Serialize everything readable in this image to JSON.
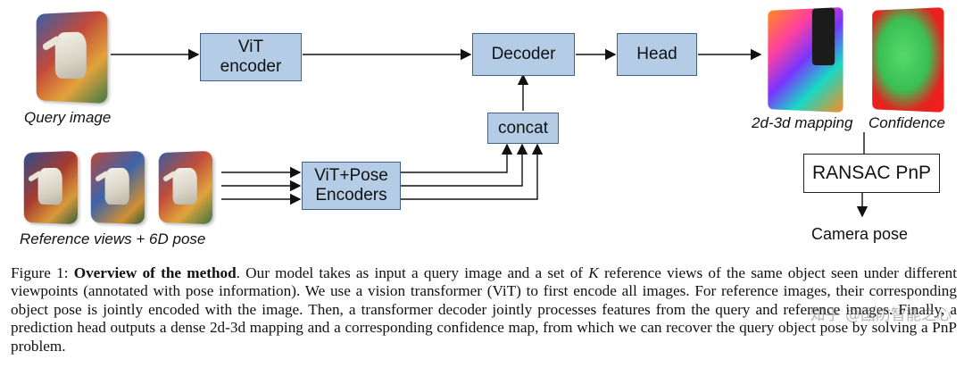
{
  "diagram": {
    "query_label": "Query image",
    "reference_label": "Reference views + 6D pose",
    "vit_encoder": [
      "ViT",
      "encoder"
    ],
    "vit_pose_encoders": [
      "ViT+Pose",
      "Encoders"
    ],
    "concat": "concat",
    "decoder": "Decoder",
    "head": "Head",
    "mapping_label": "2d-3d mapping",
    "confidence_label": "Confidence",
    "ransac": "RANSAC PnP",
    "camera_pose": "Camera pose"
  },
  "caption": {
    "figure_label": "Figure 1: ",
    "title": "Overview of the method",
    "text_1": ". Our model takes as input a query image and a set of ",
    "k": "K",
    "text_2": " reference views of the same object seen under different viewpoints (annotated with pose information). We use a vision transformer (ViT) to first encode all images. For reference images, their corresponding object pose is jointly encoded with the image. Then, a transformer decoder jointly processes features from the query and reference images. Finally, a prediction head outputs a dense 2d-3d mapping and a corresponding confidence map, from which we can recover the query object pose by solving a PnP problem."
  },
  "watermark": "知乎 @国防智能之心"
}
